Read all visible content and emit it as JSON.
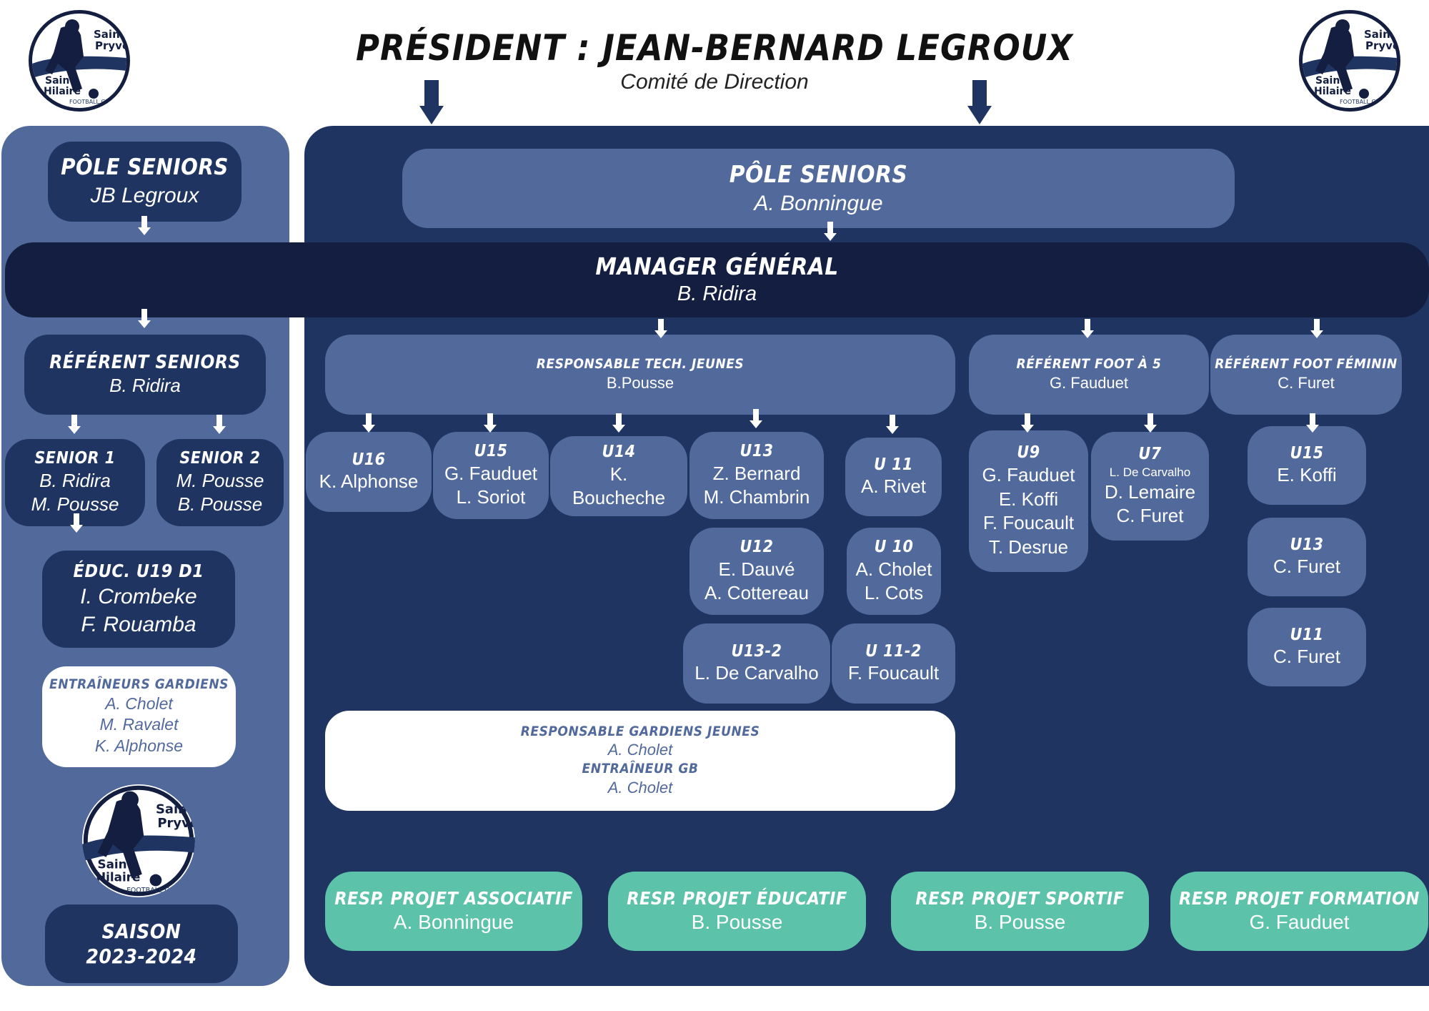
{
  "header": {
    "title": "PRÉSIDENT : JEAN-BERNARD LEGROUX",
    "subtitle": "Comité de Direction"
  },
  "logo": {
    "name_line1": "Saint-",
    "name_line2": "Pryvé",
    "name_line3": "Saint-",
    "name_line4": "Hilaire",
    "arc_text": "FOOTBALL CLUB"
  },
  "left": {
    "pole": {
      "title": "PÔLE SENIORS",
      "name": "JB Legroux"
    },
    "referent": {
      "title": "RÉFÉRENT SENIORS",
      "name": "B. Ridira"
    },
    "senior1": {
      "title": "SENIOR 1",
      "name1": "B. Ridira",
      "name2": "M. Pousse"
    },
    "senior2": {
      "title": "SENIOR 2",
      "name1": "M. Pousse",
      "name2": "B. Pousse"
    },
    "educ": {
      "title": "ÉDUC. U19 D1",
      "name1": "I. Crombeke",
      "name2": "F. Rouamba"
    },
    "gardiens": {
      "title": "ENTRAÎNEURS GARDIENS",
      "name1": "A. Cholet",
      "name2": "M. Ravalet",
      "name3": "K. Alphonse"
    },
    "saison": {
      "title": "SAISON",
      "years": "2023-2024"
    }
  },
  "right": {
    "pole": {
      "title": "PÔLE SENIORS",
      "name": "A. Bonningue"
    },
    "manager": {
      "title": "MANAGER GÉNÉRAL",
      "name": "B. Ridira"
    },
    "resp_tech": {
      "title": "RESPONSABLE TECH. JEUNES",
      "name": "B.Pousse"
    },
    "foot5": {
      "title": "RÉFÉRENT FOOT À 5",
      "name": "G. Fauduet"
    },
    "feminin": {
      "title": "RÉFÉRENT FOOT FÉMININ",
      "name": "C. Furet"
    },
    "u16": {
      "title": "U16",
      "name1": "K. Alphonse"
    },
    "u15": {
      "title": "U15",
      "name1": "G. Fauduet",
      "name2": "L. Soriot"
    },
    "u14": {
      "title": "U14",
      "name1": "K.",
      "name2": "Boucheche"
    },
    "u13": {
      "title": "U13",
      "name1": "Z. Bernard",
      "name2": "M. Chambrin"
    },
    "u11": {
      "title": "U 11",
      "name1": "A. Rivet"
    },
    "u12": {
      "title": "U12",
      "name1": "E. Dauvé",
      "name2": "A. Cottereau"
    },
    "u10": {
      "title": "U 10",
      "name1": "A. Cholet",
      "name2": "L. Cots"
    },
    "u13_2": {
      "title": "U13-2",
      "name1": "L. De Carvalho"
    },
    "u11_2": {
      "title": "U 11-2",
      "name1": "F. Foucault"
    },
    "u9": {
      "title": "U9",
      "name1": "G. Fauduet",
      "name2": "E. Koffi",
      "name3": "F. Foucault",
      "name4": "T. Desrue"
    },
    "u7": {
      "title": "U7",
      "small": "L. De Carvalho",
      "name1": "D. Lemaire",
      "name2": "C. Furet"
    },
    "f_u15": {
      "title": "U15",
      "name1": "E. Koffi"
    },
    "f_u13": {
      "title": "U13",
      "name1": "C. Furet"
    },
    "f_u11": {
      "title": "U11",
      "name1": "C. Furet"
    },
    "gardiens": {
      "title1": "RESPONSABLE GARDIENS JEUNES",
      "name1": "A. Cholet",
      "title2": "ENTRAÎNEUR GB",
      "name2": "A. Cholet"
    },
    "projets": [
      {
        "title": "RESP. PROJET ASSOCIATIF",
        "name": "A. Bonningue"
      },
      {
        "title": "RESP. PROJET ÉDUCATIF",
        "name": "B. Pousse"
      },
      {
        "title": "RESP. PROJET SPORTIF",
        "name": "B. Pousse"
      },
      {
        "title": "RESP. PROJET FORMATION",
        "name": "G. Fauduet"
      }
    ]
  },
  "colors": {
    "navy": "#1f3461",
    "mid_blue": "#52699c",
    "dark_navy": "#131e40",
    "teal": "#5cc2aa",
    "white": "#ffffff"
  }
}
